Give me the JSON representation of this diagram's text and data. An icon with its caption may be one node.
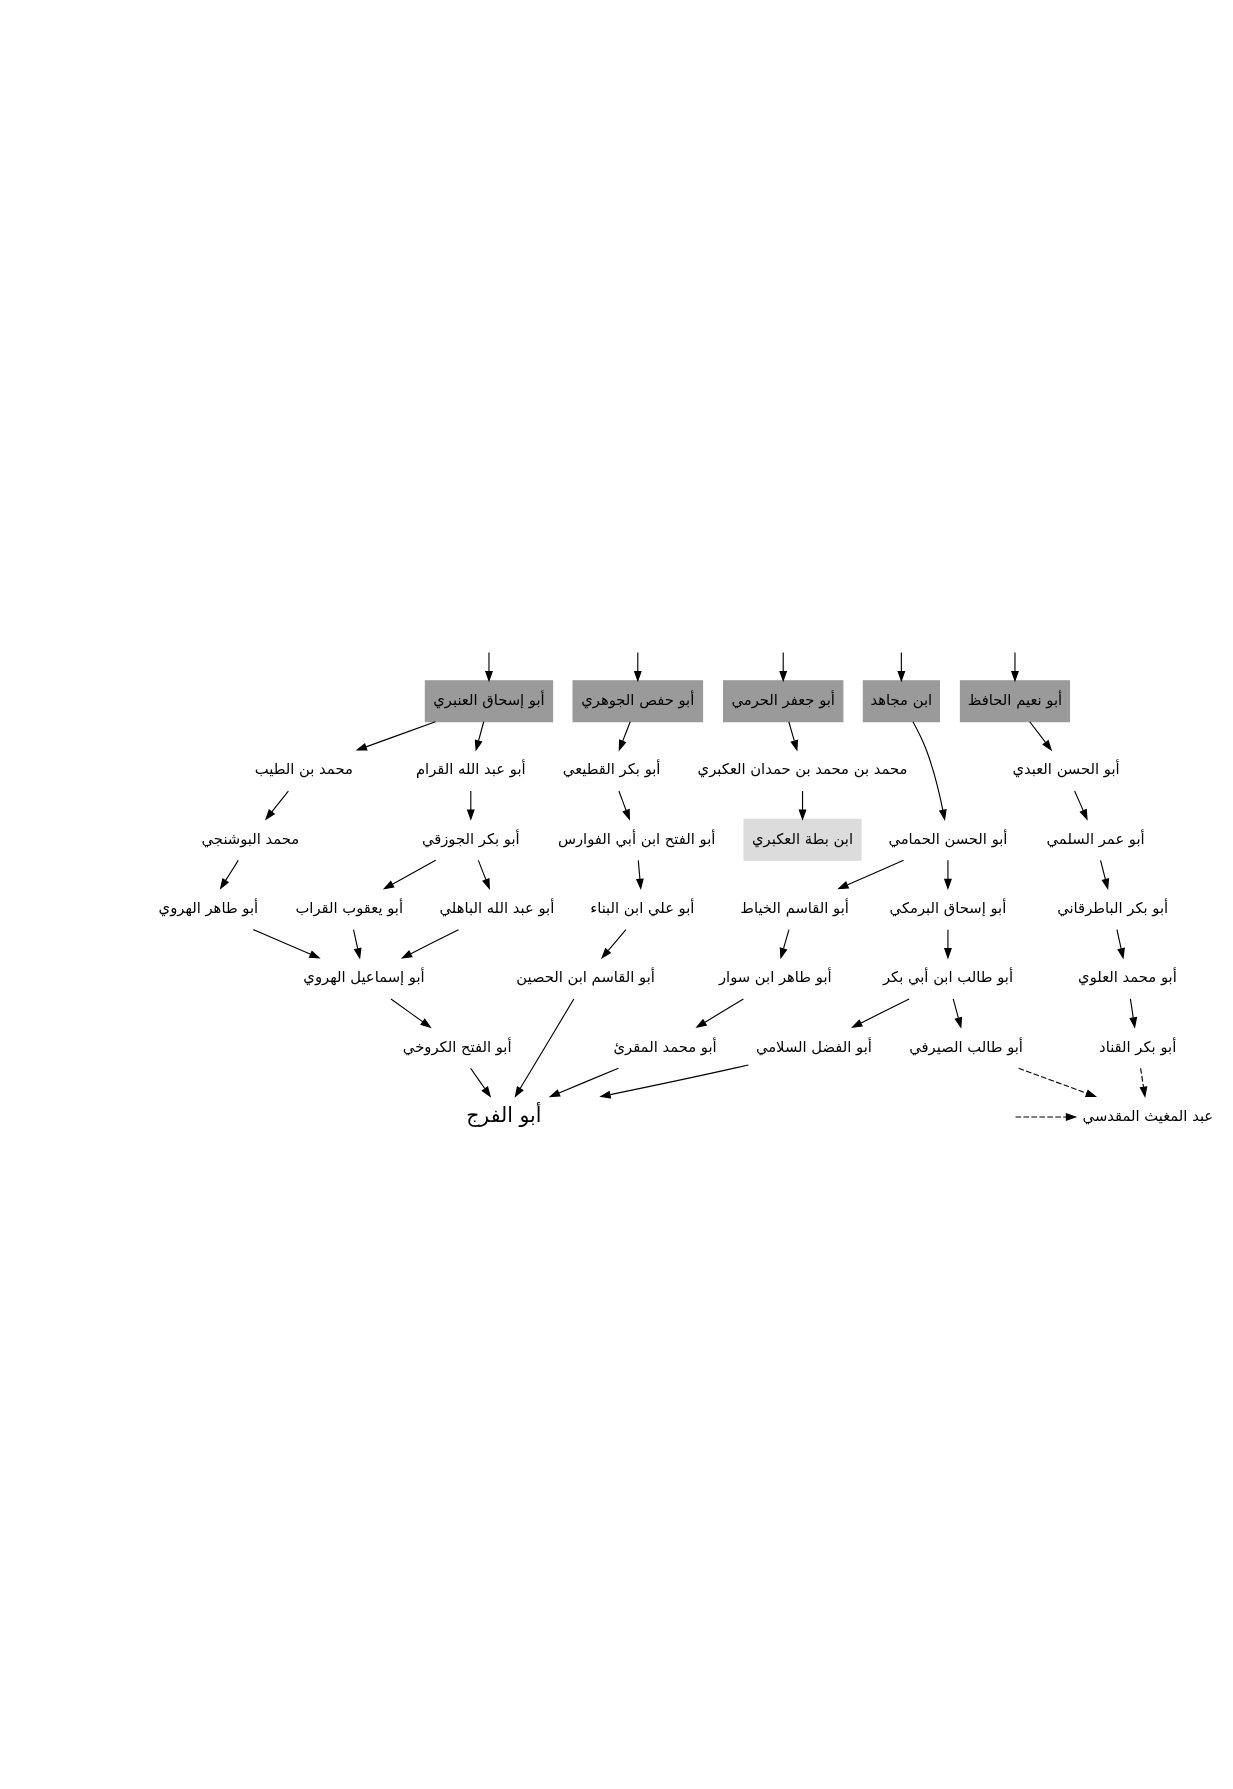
{
  "diagram": {
    "nodes": [
      {
        "text": [
          "أبو نعيم الحافظ"
        ]
      },
      {
        "text": [
          "أبو الحسن العبدي"
        ]
      },
      {
        "text": [
          "أبو عمر السلمي"
        ]
      },
      {
        "text": [
          "أبو بكر الباطرقاني"
        ]
      },
      {
        "text": [
          "أبو محمد العلوي"
        ]
      },
      {
        "text": [
          "أبو بكر القناد"
        ]
      },
      {
        "text": [
          "ابن مجاهد"
        ]
      },
      {
        "text": [
          "أبو الحسن الحمامي"
        ]
      },
      {
        "text": [
          "أبو إسحاق البرمكي"
        ]
      },
      {
        "text": [
          "أبو طالب ابن أبي بكر"
        ]
      },
      {
        "text": [
          "أبو طالب الصيرفي"
        ]
      },
      {
        "text": [
          "أبو الفضل السلامي"
        ]
      },
      {
        "text": [
          "أبو القاسم الخياط"
        ]
      },
      {
        "text": [
          "أبو طاهر ابن سوار"
        ]
      },
      {
        "text": [
          "أبو محمد المقرئ"
        ]
      },
      {
        "text": [
          "أبو جعفر الحرمي"
        ]
      },
      {
        "text": [
          "محمد بن محمد بن حمدان العكبري"
        ]
      },
      {
        "text": [
          "ابن بطة العكبري"
        ]
      },
      {
        "text": [
          "أبو حفص الجوهري"
        ]
      },
      {
        "text": [
          "أبو بكر القطيعي"
        ]
      },
      {
        "text": [
          "أبو الفتح ابن أبي الفوارس"
        ]
      },
      {
        "text": [
          "أبو علي ابن البناء"
        ]
      },
      {
        "text": [
          "أبو القاسم ابن الحصين"
        ]
      },
      {
        "text": [
          "أبو إسحاق العنبري"
        ]
      },
      {
        "text": [
          "أبو عبد الله القرام"
        ]
      },
      {
        "text": [
          "أبو بكر الجوزقي"
        ]
      },
      {
        "text": [
          "أبو يعقوب القراب"
        ]
      },
      {
        "text": [
          "أبو عبد الله الباهلي"
        ]
      },
      {
        "text": [
          "أبو إسماعيل الهروي"
        ]
      },
      {
        "text": [
          "أبو الفتح الكروخي"
        ]
      },
      {
        "text": [
          "محمد بن الطيب"
        ]
      },
      {
        "text": [
          "محمد البوشنجي"
        ]
      },
      {
        "text": [
          "أبو طاهر الهروي"
        ]
      },
      {
        "text": [
          "عبد المغيث المقدسي"
        ]
      },
      {
        "text": [
          "أبو الفرج"
        ]
      }
    ],
    "edges": [
      {
        "from": null,
        "to": 0,
        "arrow": "to"
      },
      {
        "from": null,
        "to": 6,
        "arrow": "to"
      },
      {
        "from": null,
        "to": 15,
        "arrow": "to"
      },
      {
        "from": null,
        "to": 18,
        "arrow": "to"
      },
      {
        "from": null,
        "to": 23,
        "arrow": "to"
      },
      {
        "from": 0,
        "to": 1,
        "arrow": "to"
      },
      {
        "from": 1,
        "to": 2,
        "arrow": "to"
      },
      {
        "from": 2,
        "to": 3,
        "arrow": "to"
      },
      {
        "from": 3,
        "to": 4,
        "arrow": "to"
      },
      {
        "from": 4,
        "to": 5,
        "arrow": "to"
      },
      {
        "from": 5,
        "to": 33,
        "arrow": "to",
        "style": "dashed"
      },
      {
        "from": 6,
        "to": 7,
        "arrow": "to"
      },
      {
        "from": 7,
        "to": 8,
        "arrow": "to"
      },
      {
        "from": 7,
        "to": 12,
        "arrow": "to"
      },
      {
        "from": 8,
        "to": 9,
        "arrow": "to"
      },
      {
        "from": 9,
        "to": 10,
        "arrow": "to"
      },
      {
        "from": 9,
        "to": 11,
        "arrow": "to"
      },
      {
        "from": 10,
        "to": 33,
        "arrow": "to",
        "style": "dashed"
      },
      {
        "from": 11,
        "to": 34,
        "arrow": "to"
      },
      {
        "from": 12,
        "to": 13,
        "arrow": "to"
      },
      {
        "from": 13,
        "to": 14,
        "arrow": "to"
      },
      {
        "from": 14,
        "to": 34,
        "arrow": "to"
      },
      {
        "from": 15,
        "to": 16,
        "arrow": "to"
      },
      {
        "from": 16,
        "to": 17,
        "arrow": "to"
      },
      {
        "from": 18,
        "to": 19,
        "arrow": "to"
      },
      {
        "from": 19,
        "to": 20,
        "arrow": "to"
      },
      {
        "from": 20,
        "to": 21,
        "arrow": "to"
      },
      {
        "from": 21,
        "to": 22,
        "arrow": "to"
      },
      {
        "from": 22,
        "to": 34,
        "arrow": "to"
      },
      {
        "from": 23,
        "to": 24,
        "arrow": "to"
      },
      {
        "from": 23,
        "to": 30,
        "arrow": "to"
      },
      {
        "from": 24,
        "to": 25,
        "arrow": "to"
      },
      {
        "from": 25,
        "to": 26,
        "arrow": "to"
      },
      {
        "from": 25,
        "to": 27,
        "arrow": "to"
      },
      {
        "from": 26,
        "to": 28,
        "arrow": "to"
      },
      {
        "from": 27,
        "to": 28,
        "arrow": "to"
      },
      {
        "from": 32,
        "to": 28,
        "arrow": "to"
      },
      {
        "from": 28,
        "to": 29,
        "arrow": "to"
      },
      {
        "from": 29,
        "to": 34,
        "arrow": "to"
      },
      {
        "from": 30,
        "to": 31,
        "arrow": "to"
      },
      {
        "from": 31,
        "to": 32,
        "arrow": "to"
      },
      {
        "from": null,
        "to": 33,
        "arrow": "to",
        "style": "dashed"
      }
    ]
  }
}
